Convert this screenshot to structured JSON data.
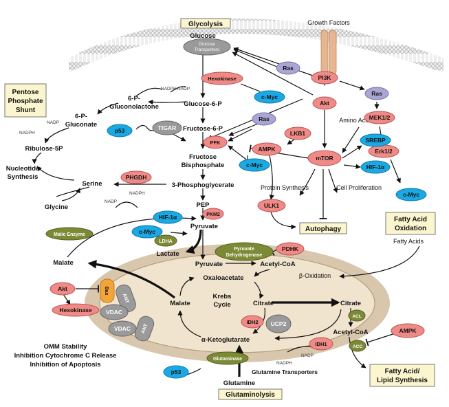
{
  "headers": {
    "glycolysis": "Glycolysis",
    "pentose1": "Pentose",
    "pentose2": "Phosphate",
    "pentose3": "Shunt",
    "autophagy": "Autophagy",
    "fao1": "Fatty Acid",
    "fao2": "Oxidation",
    "fas1": "Fatty Acid/",
    "fas2": "Lipid Synthesis",
    "glutaminolysis": "Glutaminolysis"
  },
  "metabolites": {
    "glucose": "Glucose",
    "g6p": "Glucose-6-P",
    "f6p": "Fructose-6-P",
    "fbp1": "Fructose",
    "fbp2": "Bisphosphate",
    "pga": "3-Phosphoglycerate",
    "pep": "PEP",
    "pyruvate": "Pyruvate",
    "lactate": "Lactate",
    "malate": "Malate",
    "gluconolactone1": "6-P-",
    "gluconolactone2": "Gluconolactone",
    "gluconate1": "6-P-",
    "gluconate2": "Gluconate",
    "ribulose": "Ribulose-5P",
    "nucleotide1": "Nucleotide",
    "nucleotide2": "Synthesis",
    "serine": "Serine",
    "glycine": "Glycine",
    "growth_factors": "Growth Factors",
    "amino_acids": "Amino Acids",
    "protein_synthesis": "Protein Synthesis",
    "cell_proliferation": "Cell Proliferation",
    "fatty_acids": "Fatty Acids",
    "beta_oxidation": "β-Oxidation",
    "mito_pyruvate": "Pyruvate",
    "acetylcoa": "Acetyl-CoA",
    "oxaloacetate": "Oxaloacetate",
    "krebs1": "Krebs",
    "krebs2": "Cycle",
    "mito_malate": "Malate",
    "citrate": "Citrate",
    "akg": "α-Ketoglutarate",
    "cyto_citrate": "Citrate",
    "cyto_acetylcoa": "Acetyl-CoA",
    "glutamine": "Glutamine",
    "glutamine_transporters": "Glutamine Transporters",
    "omm1": "OMM Stability",
    "omm2": "Inhibition Cytochrome C Release",
    "omm3": "Inhibition of Apoptosis"
  },
  "cofactors": {
    "nadph1": "NADPH",
    "nadp1": "NADP",
    "nadp2": "NADP",
    "nadph2": "NADPH",
    "nadp3": "NADP",
    "nadph3": "NADPH",
    "nadph4": "NADPH",
    "nadp4": "NADP"
  },
  "nodes": {
    "glucose_transporters1": "Glucose",
    "glucose_transporters2": "Transporters",
    "hexokinase": "Hexokinase",
    "cmyc1": "c-Myc",
    "ras1": "Ras",
    "pi3k": "PI3K",
    "akt1": "Akt",
    "ras2": "Ras",
    "mek": "MEK1/2",
    "erk": "Erk1/2",
    "cmyc4": "c-Myc",
    "tigar": "TIGAR",
    "p53a": "p53",
    "pfk": "PFK",
    "ras3": "Ras",
    "lkb1": "LKB1",
    "ampk1": "AMPK",
    "mtor": "mTOR",
    "srebp": "SREBP",
    "hif1": "HIF-1α",
    "cmyc2": "c-Myc",
    "phgdh": "PHGDH",
    "pkm2": "PKM2",
    "hif2": "HIF-1α",
    "cmyc3": "c-Myc",
    "ldha": "LDHA",
    "ulk1": "ULK1",
    "malic_enzyme": "Malic Enzyme",
    "pdh1": "Pyruvate",
    "pdh2": "Dehydrogenase",
    "pdhk": "PDHK",
    "akt2": "Akt",
    "bax": "Bax",
    "ant1": "ANT",
    "hexokinase2": "Hexokinase",
    "vdac1": "VDAC",
    "vdac2": "VDAC",
    "ant2": "ANT",
    "idh2": "IDH2",
    "ucp2": "UCP2",
    "idh1": "IDH1",
    "acl": "ACL",
    "acc": "ACC",
    "ampk2": "AMPK",
    "glutaminase": "Glutaminase",
    "p53b": "p53"
  },
  "colors": {
    "red_node": "#f08a86",
    "blue_node": "#1aa9e3",
    "lavender_node": "#a9a6d4",
    "olive_node": "#7c8a36",
    "gray_node": "#9a9a9a",
    "orange_node": "#f3a43a",
    "mito_outer": "#d9c7ad",
    "mito_inner": "#f1e4cf",
    "header_fill": "#fbf6cf"
  }
}
